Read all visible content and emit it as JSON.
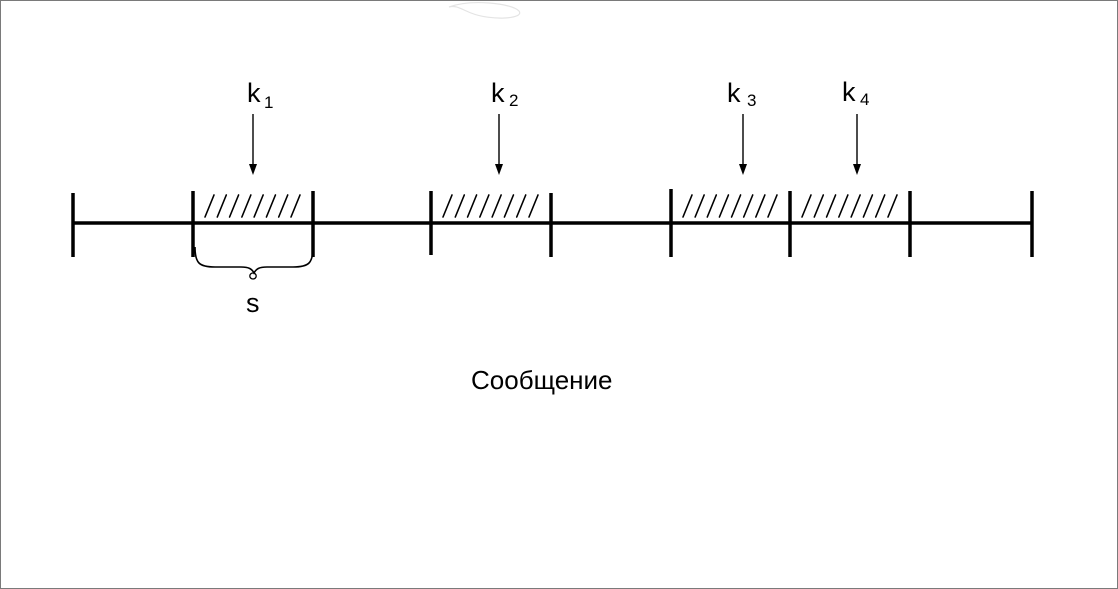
{
  "diagram": {
    "caption": "Сообщение",
    "segment_label": "s",
    "keys": [
      {
        "base": "k",
        "sub": "1"
      },
      {
        "base": "k",
        "sub": "2"
      },
      {
        "base": "k",
        "sub": "3"
      },
      {
        "base": "k",
        "sub": "4"
      }
    ],
    "total_segments": 8,
    "hatched_segments": [
      1,
      3,
      5,
      6
    ],
    "braced_segment": 1
  }
}
